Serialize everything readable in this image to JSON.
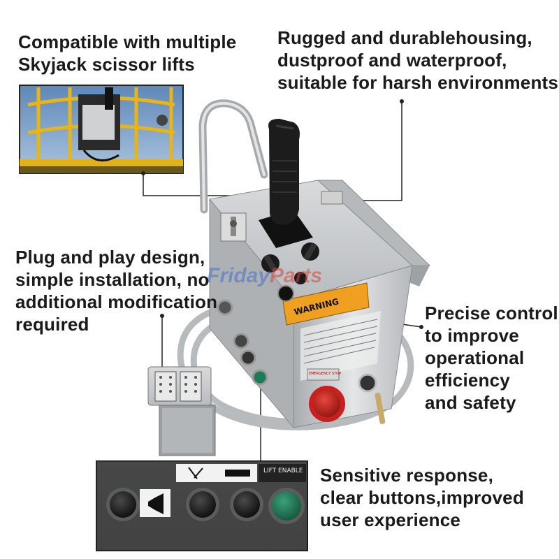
{
  "callouts": {
    "compatible": [
      "Compatible with multiple",
      "Skyjack scissor lifts"
    ],
    "rugged": [
      "Rugged and durablehousing,",
      "dustproof and waterproof,",
      "suitable for harsh environments"
    ],
    "plug": [
      "Plug and play design,",
      "simple installation, no",
      "additional modification",
      "required"
    ],
    "precise": [
      "Precise control",
      "to improve",
      "operational",
      "efficiency",
      "and safety"
    ],
    "sensitive": [
      "Sensitive response,",
      "clear buttons,improved",
      "user experience"
    ]
  },
  "watermark": {
    "part1": "Friday",
    "part2": "Parts"
  },
  "product_labels": {
    "warning": "WARNING",
    "lift_enable": "LIFT ENABLE",
    "emergency_stop": "EMERGENCY STOP"
  },
  "colors": {
    "callout_text": "#1a1a1a",
    "leader_line": "#222222",
    "housing": "#c9cbcd",
    "warning_orange": "#f0a020",
    "estop_red": "#c8201e",
    "green_button": "#1f7a5a"
  }
}
